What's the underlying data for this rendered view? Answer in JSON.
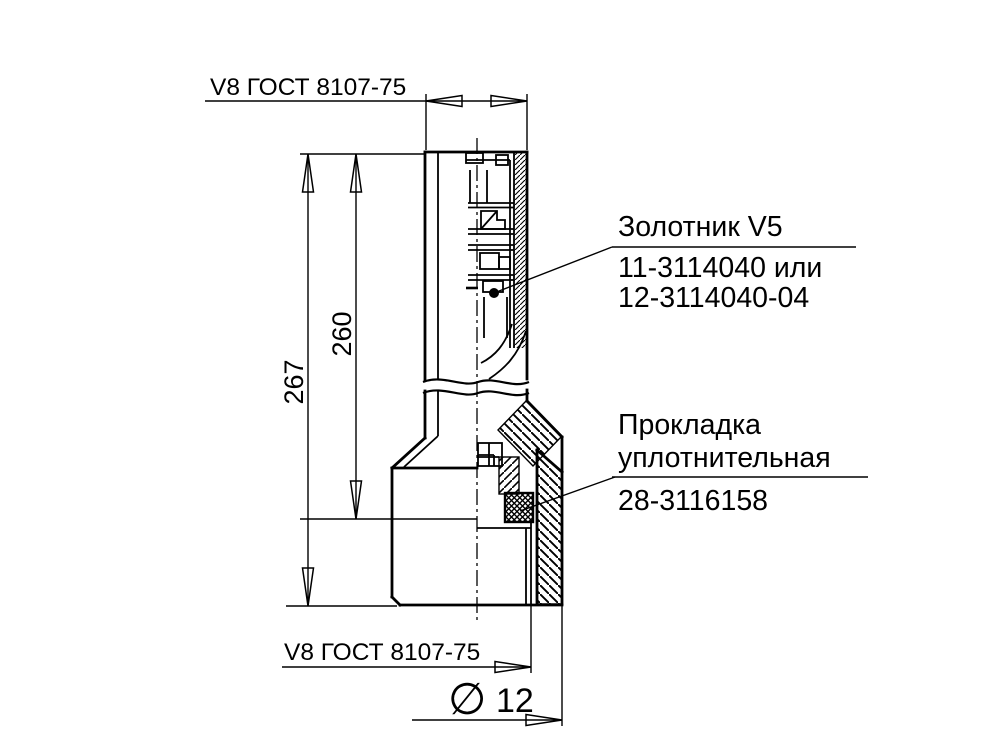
{
  "labels": {
    "thread_top": "V8 ГОСТ 8107-75",
    "thread_bottom": "V8 ГОСТ 8107-75",
    "diameter_symbol": "∅",
    "diameter_value": "12"
  },
  "dimensions": {
    "overall_length": "267",
    "inner_length": "260"
  },
  "callouts": {
    "valve_core": {
      "title": "Золотник V5",
      "part_line1": "11-3114040 или",
      "part_line2": "12-3114040-04"
    },
    "gasket": {
      "title_line1": "Прокладка",
      "title_line2": "уплотнительная",
      "part_number": "28-3116158"
    }
  },
  "colors": {
    "ink": "#000000",
    "paper": "#ffffff"
  }
}
